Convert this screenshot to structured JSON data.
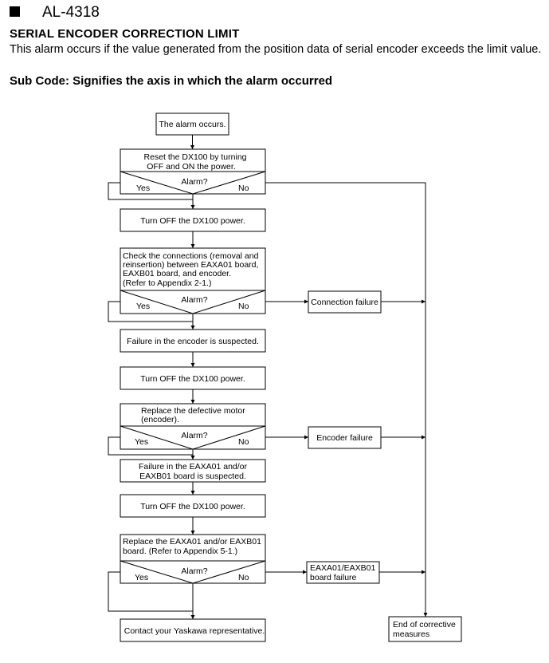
{
  "header": {
    "code": "AL-4318",
    "title": "SERIAL ENCODER CORRECTION LIMIT",
    "description": "This alarm occurs if the value generated from the position data of serial encoder exceeds the limit value.",
    "subcode": "Sub Code: Signifies the axis in which the alarm occurred"
  },
  "flow": {
    "start": "The alarm occurs.",
    "reset": [
      "Reset the DX100 by turning",
      "OFF and ON the power."
    ],
    "decision_label": "Alarm?",
    "yes_label": "Yes",
    "no_label": "No",
    "power_off": "Turn OFF the DX100 power.",
    "check_connections": [
      "Check the connections (removal and",
      "reinsertion) between EAXA01 board,",
      "EAXB01 board, and encoder.",
      "(Refer to Appendix 2-1.)"
    ],
    "connection_failure": "Connection failure",
    "encoder_suspected": "Failure in the encoder is suspected.",
    "replace_motor": [
      "Replace the defective motor",
      "(encoder)."
    ],
    "encoder_failure": "Encoder failure",
    "board_suspected": [
      "Failure in the EAXA01 and/or",
      "EAXB01 board is suspected."
    ],
    "replace_board": [
      "Replace the EAXA01 and/or EAXB01",
      "board.  (Refer to Appendix 5-1.)"
    ],
    "board_failure": [
      "EAXA01/EAXB01",
      "board failure"
    ],
    "contact": "Contact your Yaskawa representative.",
    "end": [
      "End of corrective",
      "measures"
    ]
  }
}
